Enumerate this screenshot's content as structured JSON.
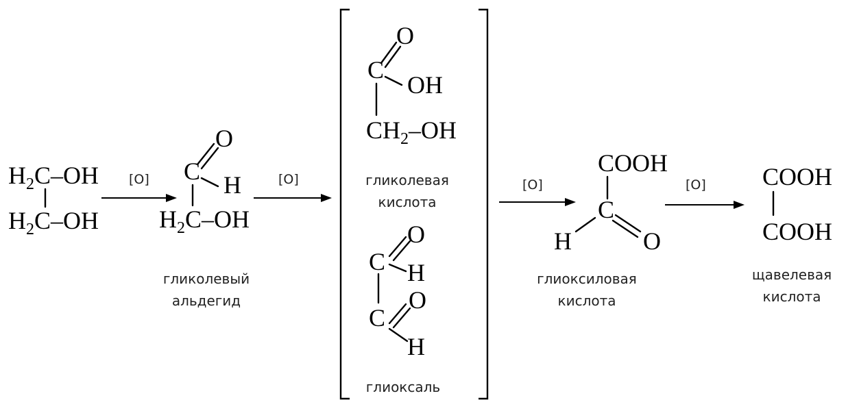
{
  "ethylene_glycol": {
    "row1_left": "H",
    "row1_sub": "2",
    "row1_right": "C–OH",
    "row2_left": "H",
    "row2_sub": "2",
    "row2_right": "C–OH"
  },
  "glycolic_aldehyde": {
    "o": "O",
    "c": "C",
    "h": "H",
    "ch2_h": "H",
    "ch2_sub": "2",
    "ch2_rest": "C–OH",
    "caption_line1": "гликолевый",
    "caption_line2": "альдегид"
  },
  "glycolic_acid": {
    "o": "O",
    "c": "C",
    "oh": "OH",
    "ch2_c": "CH",
    "ch2_sub": "2",
    "ch2_rest": "–OH",
    "caption_line1": "гликолевая",
    "caption_line2": "кислота"
  },
  "glyoxal": {
    "o1": "O",
    "c1": "C",
    "h1": "H",
    "o2": "O",
    "c2": "C",
    "h2": "H",
    "caption": "глиоксаль"
  },
  "glyoxylic_acid": {
    "cooh": "COOH",
    "c": "C",
    "h": "H",
    "o": "O",
    "caption_line1": "глиоксиловая",
    "caption_line2": "кислота"
  },
  "oxalic_acid": {
    "top": "COOH",
    "bottom": "COOH",
    "caption_line1": "щавелевая",
    "caption_line2": "кислота"
  },
  "arrows": {
    "oxidant1": "[O]",
    "oxidant2": "[O]",
    "oxidant3": "[O]",
    "oxidant4": "[O]"
  }
}
